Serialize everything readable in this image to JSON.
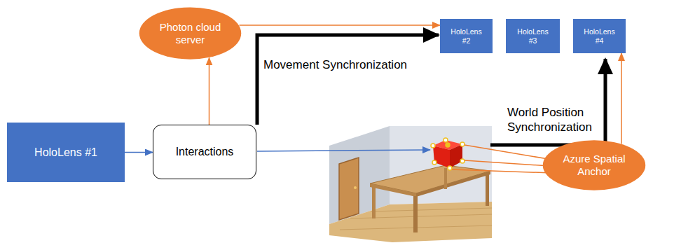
{
  "diagram": {
    "nodes": [
      {
        "text": [
          "HoloLens #1"
        ]
      },
      {
        "text": [
          "Photon cloud server"
        ]
      },
      {
        "text": [
          "Interactions"
        ]
      },
      {
        "text": [
          "HoloLens #2"
        ]
      },
      {
        "text": [
          "HoloLens #3"
        ]
      },
      {
        "text": [
          "HoloLens #4"
        ]
      },
      {
        "text": [
          "Azure Spatial Anchor"
        ]
      }
    ],
    "edges": [
      {
        "from": 0,
        "to": 2,
        "arrow": "to"
      },
      {
        "from": 2,
        "to": 1,
        "arrow": "to"
      },
      {
        "from": 1,
        "to": 3,
        "arrow": "to"
      },
      {
        "from": 2,
        "to": 3,
        "arrow": "to",
        "label": "Movement Synchronization"
      },
      {
        "from": 6,
        "to": 5,
        "arrow": "to"
      }
    ],
    "labels": [
      "World Position Synchronization"
    ]
  }
}
